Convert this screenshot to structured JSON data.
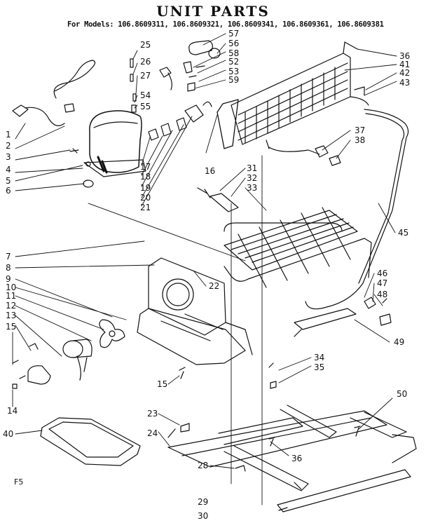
{
  "header": {
    "title": "UNIT PARTS",
    "models": "For Models: 106.8609311, 106.8609321, 106.8609341, 106.8609361, 106.8609381"
  },
  "callouts": [
    {
      "id": "1",
      "label": "1"
    },
    {
      "id": "2",
      "label": "2"
    },
    {
      "id": "3",
      "label": "3"
    },
    {
      "id": "4",
      "label": "4"
    },
    {
      "id": "5",
      "label": "5"
    },
    {
      "id": "6",
      "label": "6"
    },
    {
      "id": "7",
      "label": "7"
    },
    {
      "id": "8",
      "label": "8"
    },
    {
      "id": "9",
      "label": "9"
    },
    {
      "id": "10",
      "label": "10"
    },
    {
      "id": "11",
      "label": "11"
    },
    {
      "id": "12",
      "label": "12"
    },
    {
      "id": "13",
      "label": "13"
    },
    {
      "id": "15a",
      "label": "15"
    },
    {
      "id": "14",
      "label": "14"
    },
    {
      "id": "40",
      "label": "40"
    },
    {
      "id": "25",
      "label": "25"
    },
    {
      "id": "26",
      "label": "26"
    },
    {
      "id": "27",
      "label": "27"
    },
    {
      "id": "54",
      "label": "54"
    },
    {
      "id": "55",
      "label": "55"
    },
    {
      "id": "17",
      "label": "17"
    },
    {
      "id": "18",
      "label": "18"
    },
    {
      "id": "19",
      "label": "19"
    },
    {
      "id": "20",
      "label": "20"
    },
    {
      "id": "21",
      "label": "21"
    },
    {
      "id": "16",
      "label": "16"
    },
    {
      "id": "57",
      "label": "57"
    },
    {
      "id": "56",
      "label": "56"
    },
    {
      "id": "58",
      "label": "58"
    },
    {
      "id": "52",
      "label": "52"
    },
    {
      "id": "53",
      "label": "53"
    },
    {
      "id": "59",
      "label": "59"
    },
    {
      "id": "36a",
      "label": "36"
    },
    {
      "id": "41",
      "label": "41"
    },
    {
      "id": "42",
      "label": "42"
    },
    {
      "id": "43",
      "label": "43"
    },
    {
      "id": "37",
      "label": "37"
    },
    {
      "id": "38",
      "label": "38"
    },
    {
      "id": "31",
      "label": "31"
    },
    {
      "id": "32",
      "label": "32"
    },
    {
      "id": "33",
      "label": "33"
    },
    {
      "id": "45",
      "label": "45"
    },
    {
      "id": "22",
      "label": "22"
    },
    {
      "id": "46",
      "label": "46"
    },
    {
      "id": "47",
      "label": "47"
    },
    {
      "id": "48",
      "label": "48"
    },
    {
      "id": "49",
      "label": "49"
    },
    {
      "id": "34",
      "label": "34"
    },
    {
      "id": "35",
      "label": "35"
    },
    {
      "id": "15b",
      "label": "15"
    },
    {
      "id": "50",
      "label": "50"
    },
    {
      "id": "23",
      "label": "23"
    },
    {
      "id": "24",
      "label": "24"
    },
    {
      "id": "36b",
      "label": "36"
    },
    {
      "id": "28",
      "label": "28"
    },
    {
      "id": "29",
      "label": "29"
    },
    {
      "id": "30",
      "label": "30"
    }
  ],
  "footer": {
    "figure_code": "F5"
  }
}
